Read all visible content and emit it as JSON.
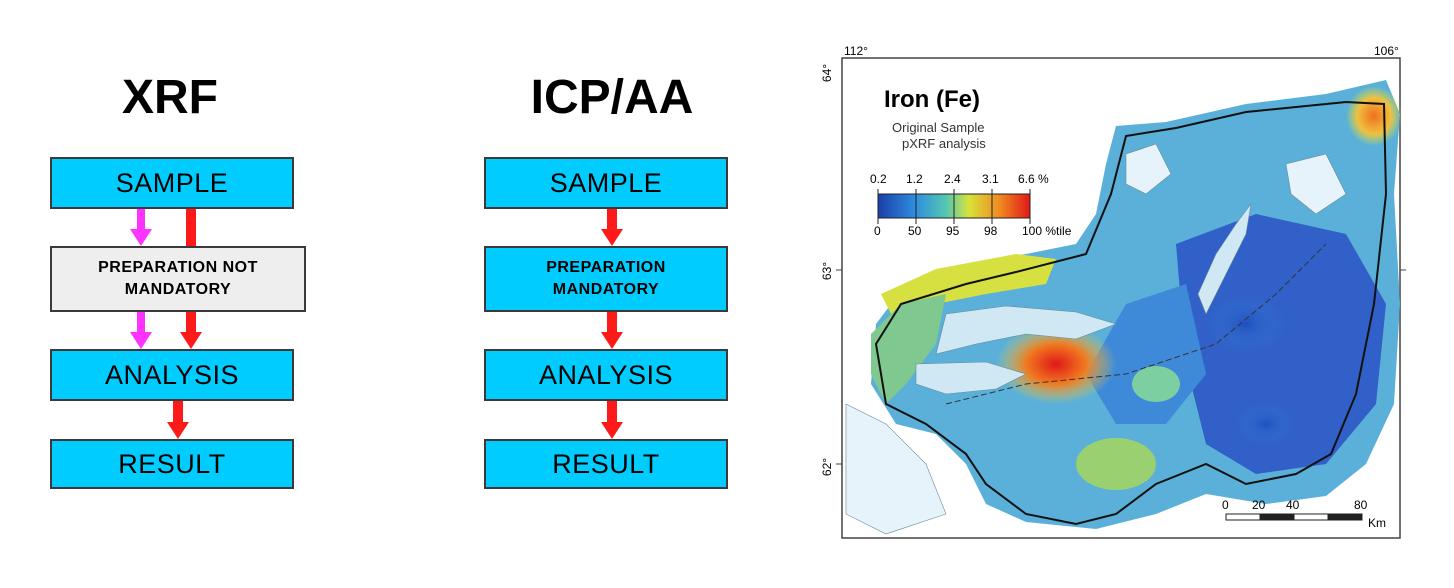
{
  "xrf": {
    "title": "XRF",
    "steps": [
      "SAMPLE",
      "PREPARATION  NOT MANDATORY",
      "ANALYSIS",
      "RESULT"
    ]
  },
  "icp": {
    "title": "ICP/AA",
    "steps": [
      "SAMPLE",
      "PREPARATION MANDATORY",
      "ANALYSIS",
      "RESULT"
    ]
  },
  "map": {
    "title": "Iron (Fe)",
    "subtitle_line1": "Original Sample",
    "subtitle_line2": "pXRF analysis",
    "legend_top": [
      "0.2",
      "1.2",
      "2.4",
      "3.1",
      "6.6 %"
    ],
    "legend_bottom": [
      "0",
      "50",
      "95",
      "98",
      "100 %tile"
    ],
    "lon_labels": [
      "112°",
      "106°"
    ],
    "lat_labels": [
      "64°",
      "63°",
      "62°"
    ],
    "scale_labels": [
      "0",
      "20",
      "40",
      "80",
      "Km"
    ]
  },
  "colors": {
    "box_fill": "#00ccff",
    "grey_fill": "#eeeeee",
    "red_arrow": "#ff1a1a",
    "magenta_arrow": "#ff33ff"
  }
}
